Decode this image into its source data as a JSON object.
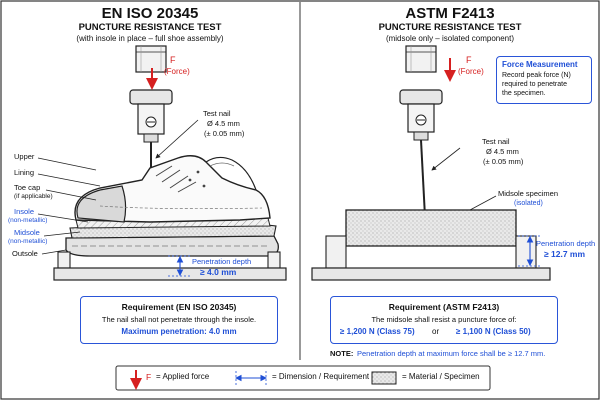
{
  "left": {
    "title": "EN ISO 20345",
    "subtitle": "PUNCTURE RESISTANCE TEST",
    "caption": "(with insole in place – full shoe assembly)",
    "force_symbol": "F",
    "force_label": "(Force)",
    "nail": [
      "Test nail",
      "Ø 4.5 mm",
      "(± 0.05 mm)"
    ],
    "labels": {
      "upper": "Upper",
      "lining": "Lining",
      "toe_cap": "Toe cap",
      "toe_cap_note": "(if applicable)",
      "insole": "Insole",
      "insole_note": "(non-metallic)",
      "midsole": "Midsole",
      "midsole_note": "(non-metallic)",
      "outsole": "Outsole"
    },
    "penetration": [
      "Penetration depth",
      "≥ 4.0 mm"
    ],
    "requirement": {
      "title": "Requirement (EN ISO 20345)",
      "text": "The nail shall not penetrate through the insole.",
      "max": "Maximum penetration: 4.0 mm"
    }
  },
  "right": {
    "title": "ASTM F2413",
    "subtitle": "PUNCTURE RESISTANCE TEST",
    "caption": "(midsole only – isolated component)",
    "force_symbol": "F",
    "force_label": "(Force)",
    "force_box": {
      "title": "Force Measurement",
      "lines": [
        "Record peak force (N)",
        "required to penetrate",
        "the specimen."
      ]
    },
    "nail": [
      "Test nail",
      "Ø 4.5 mm",
      "(± 0.05 mm)"
    ],
    "specimen": [
      "Midsole specimen",
      "(isolated)"
    ],
    "penetration": [
      "Penetration depth",
      "≥ 12.7 mm"
    ],
    "requirement": {
      "title": "Requirement (ASTM F2413)",
      "text": "The midsole shall resist a puncture force of:",
      "class75": "≥ 1,200 N (Class 75)",
      "or": "or",
      "class50": "≥ 1,100 N (Class 50)"
    },
    "note_label": "NOTE:",
    "note_text": "Penetration depth at maximum force shall be ≥ 12.7 mm."
  },
  "legend": {
    "force_symbol": "F",
    "force": "= Applied force",
    "dimension": "= Dimension / Requirement",
    "material": "= Material / Specimen"
  },
  "colors": {
    "force": "#d62020",
    "dimension": "#1f4fd6",
    "line": "#222222"
  }
}
